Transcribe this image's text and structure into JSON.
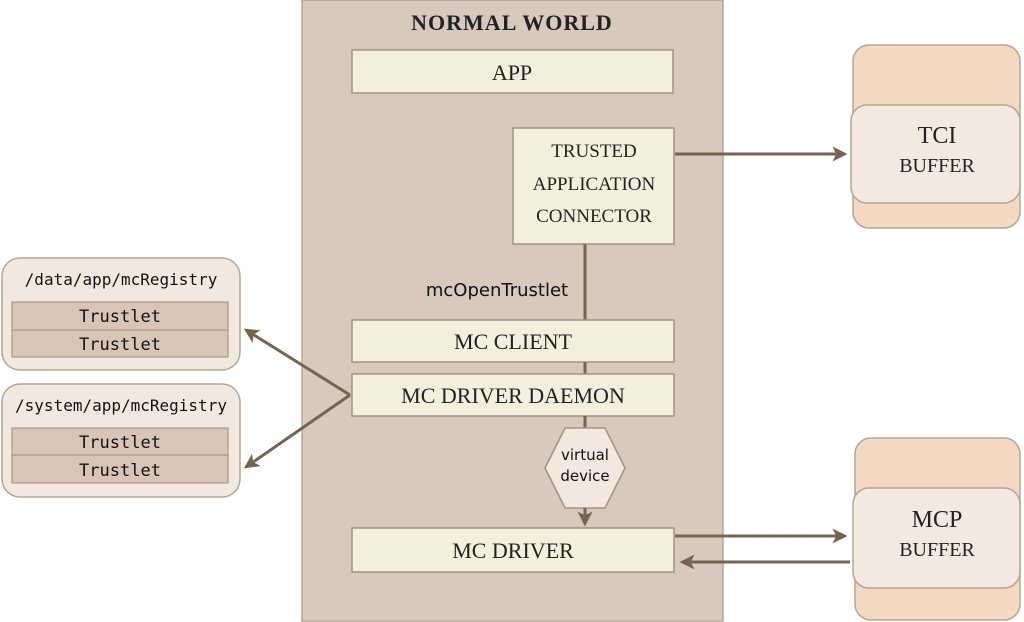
{
  "normal_world": {
    "title": "NORMAL WORLD",
    "app": "APP",
    "connector": [
      "TRUSTED",
      "APPLICATION",
      "CONNECTOR"
    ],
    "call_label": "mcOpenTrustlet",
    "mc_client": "MC CLIENT",
    "mc_driver_daemon": "MC DRIVER DAEMON",
    "virtual_device": [
      "virtual",
      "device"
    ],
    "mc_driver": "MC DRIVER"
  },
  "registries": [
    {
      "path": "/data/app/mcRegistry",
      "items": [
        "Trustlet",
        "Trustlet"
      ]
    },
    {
      "path": "/system/app/mcRegistry",
      "items": [
        "Trustlet",
        "Trustlet"
      ]
    }
  ],
  "buffers": {
    "tci": [
      "TCI",
      "BUFFER"
    ],
    "mcp": [
      "MCP",
      "BUFFER"
    ]
  },
  "colors": {
    "world_bg": "#d8c9bd",
    "box": "#f2f0dc",
    "arrow": "#746450",
    "registry_bg": "#f3e8de",
    "trustlet_bg": "#d8c5b5",
    "buffer_outer": "#f3d9c1",
    "buffer_inner": "#f3e9df"
  }
}
